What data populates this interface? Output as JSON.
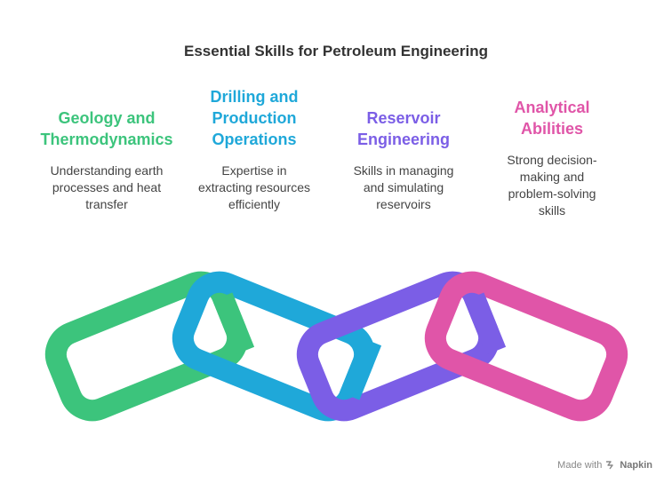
{
  "title": "Essential Skills for Petroleum Engineering",
  "skills": [
    {
      "heading_lines": [
        "Geology and",
        "Thermodynamics"
      ],
      "desc_lines": [
        "Understanding earth",
        "processes and heat",
        "transfer"
      ],
      "color": "#3cc47c"
    },
    {
      "heading_lines": [
        "Drilling and",
        "Production",
        "Operations"
      ],
      "desc_lines": [
        "Expertise in",
        "extracting resources",
        "efficiently"
      ],
      "color": "#1fa8d9"
    },
    {
      "heading_lines": [
        "Reservoir",
        "Engineering"
      ],
      "desc_lines": [
        "Skills in managing",
        "and simulating",
        "reservoirs"
      ],
      "color": "#7b5ee6"
    },
    {
      "heading_lines": [
        "Analytical",
        "Abilities"
      ],
      "desc_lines": [
        "Strong decision-",
        "making and",
        "problem-solving",
        "skills"
      ],
      "color": "#e055a8"
    }
  ],
  "footer": {
    "prefix": "Made with",
    "brand": "Napkin",
    "icon": "napkin-logo-icon"
  }
}
